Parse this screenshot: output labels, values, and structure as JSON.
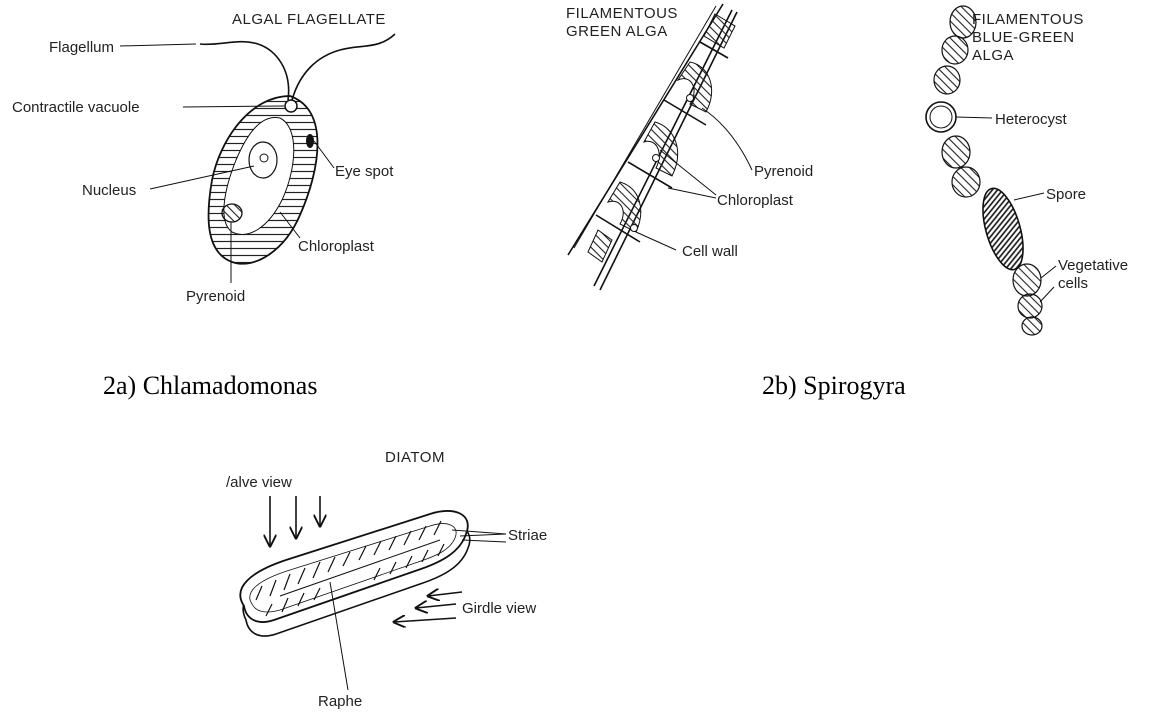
{
  "algal_flagellate": {
    "title": "ALGAL FLAGELLATE",
    "labels": {
      "flagellum": "Flagellum",
      "contractile_vacuole": "Contractile vacuole",
      "nucleus": "Nucleus",
      "eye_spot": "Eye spot",
      "chloroplast": "Chloroplast",
      "pyrenoid": "Pyrenoid"
    },
    "caption": "2a) Chlamadomonas"
  },
  "filamentous_green_alga": {
    "title_line1": "FILAMENTOUS",
    "title_line2": "GREEN ALGA",
    "labels": {
      "pyrenoid": "Pyrenoid",
      "chloroplast": "Chloroplast",
      "cell_wall": "Cell wall"
    }
  },
  "filamentous_blue_green_alga": {
    "title_line1": "FILAMENTOUS",
    "title_line2": "BLUE-GREEN",
    "title_line3": "ALGA",
    "labels": {
      "heterocyst": "Heterocyst",
      "spore": "Spore",
      "vegetative_line1": "Vegetative",
      "vegetative_line2": "cells"
    }
  },
  "spirogyra_caption": "2b) Spirogyra",
  "diatom": {
    "title": "DIATOM",
    "labels": {
      "valve_view": "/alve view",
      "striae": "Striae",
      "girdle_view": "Girdle view",
      "raphe": "Raphe"
    }
  }
}
